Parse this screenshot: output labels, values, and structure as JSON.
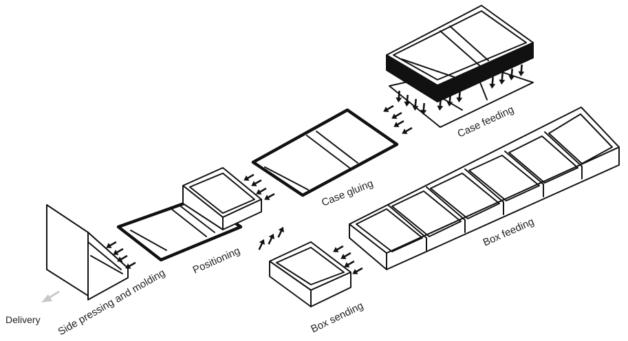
{
  "labels": {
    "case_feeding": "Case feeding",
    "case_gluing": "Case gluing",
    "box_feeding": "Box feeding",
    "positioning": "Positioning",
    "side_pressing": "Side pressing and molding",
    "box_sending": "Box  sending",
    "delivery": "Delivery"
  },
  "colors": {
    "line": "#111111",
    "text": "#222222",
    "delivery_arrow": "#c8c8c8"
  },
  "icons": {
    "arrow": "arrow-icon",
    "delivery_arrow": "delivery-arrow-icon"
  }
}
